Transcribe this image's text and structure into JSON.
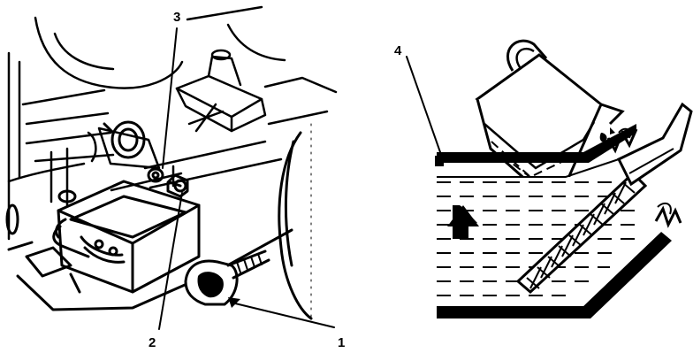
{
  "colors": {
    "ink": "#000000",
    "paper": "#ffffff"
  },
  "left_panel": {
    "callouts": [
      {
        "id": "1",
        "label": "1",
        "target": "dipstick-cap"
      },
      {
        "id": "2",
        "label": "2",
        "target": "drain-plug"
      },
      {
        "id": "3",
        "label": "3",
        "target": "drain-washer"
      }
    ]
  },
  "right_panel": {
    "callouts": [
      {
        "id": "4",
        "label": "4",
        "target": "full-mark"
      }
    ],
    "icons": [
      "pitcher-icon",
      "dipstick-icon",
      "level-up-arrow-icon"
    ]
  }
}
